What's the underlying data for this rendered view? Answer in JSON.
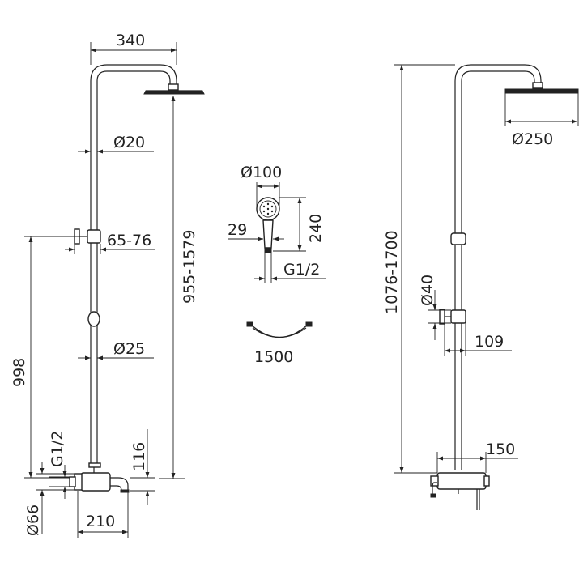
{
  "dimensions": {
    "rail_left_width": "340",
    "pipe_diameter_top": "Ø20",
    "bracket_range": "65-76",
    "overall_height_left": "955-1579",
    "height_998": "998",
    "pipe_diameter_bottom": "Ø25",
    "inlet_thread_left": "G1/2",
    "flange_diameter": "Ø66",
    "spout_length": "210",
    "mixer_height": "116",
    "hand_shower_diameter": "Ø100",
    "hand_shower_height": "240",
    "handle_diameter": "29",
    "hand_shower_thread": "G1/2",
    "hose_length": "1500",
    "overall_height_right": "1076-1700",
    "head_diameter": "Ø250",
    "slider_diameter": "Ø40",
    "slider_depth": "109",
    "inlet_spacing": "150"
  }
}
